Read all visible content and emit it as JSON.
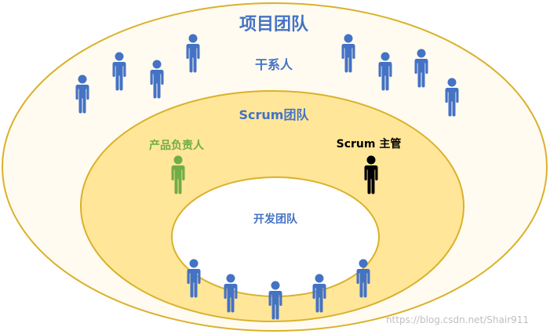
{
  "title": "项目团队",
  "stakeholders_label": "干系人",
  "scrum_team_label": "Scrum团队",
  "product_owner_label": "产品负责人",
  "scrum_master_label": "Scrum 主管",
  "dev_team_label": "开发团队",
  "watermark": "https://blog.csdn.net/Shair911",
  "colors": {
    "outer_fill": "#fffbf0",
    "outer_stroke": "#dab12b",
    "middle_fill": "#ffe699",
    "inner_fill": "#ffffff",
    "person_blue": "#4472c4",
    "person_green": "#70ad47",
    "person_black": "#000000"
  },
  "icons": {
    "stakeholder": "person-icon",
    "product_owner": "person-icon",
    "scrum_master": "person-icon",
    "developer": "person-icon"
  }
}
